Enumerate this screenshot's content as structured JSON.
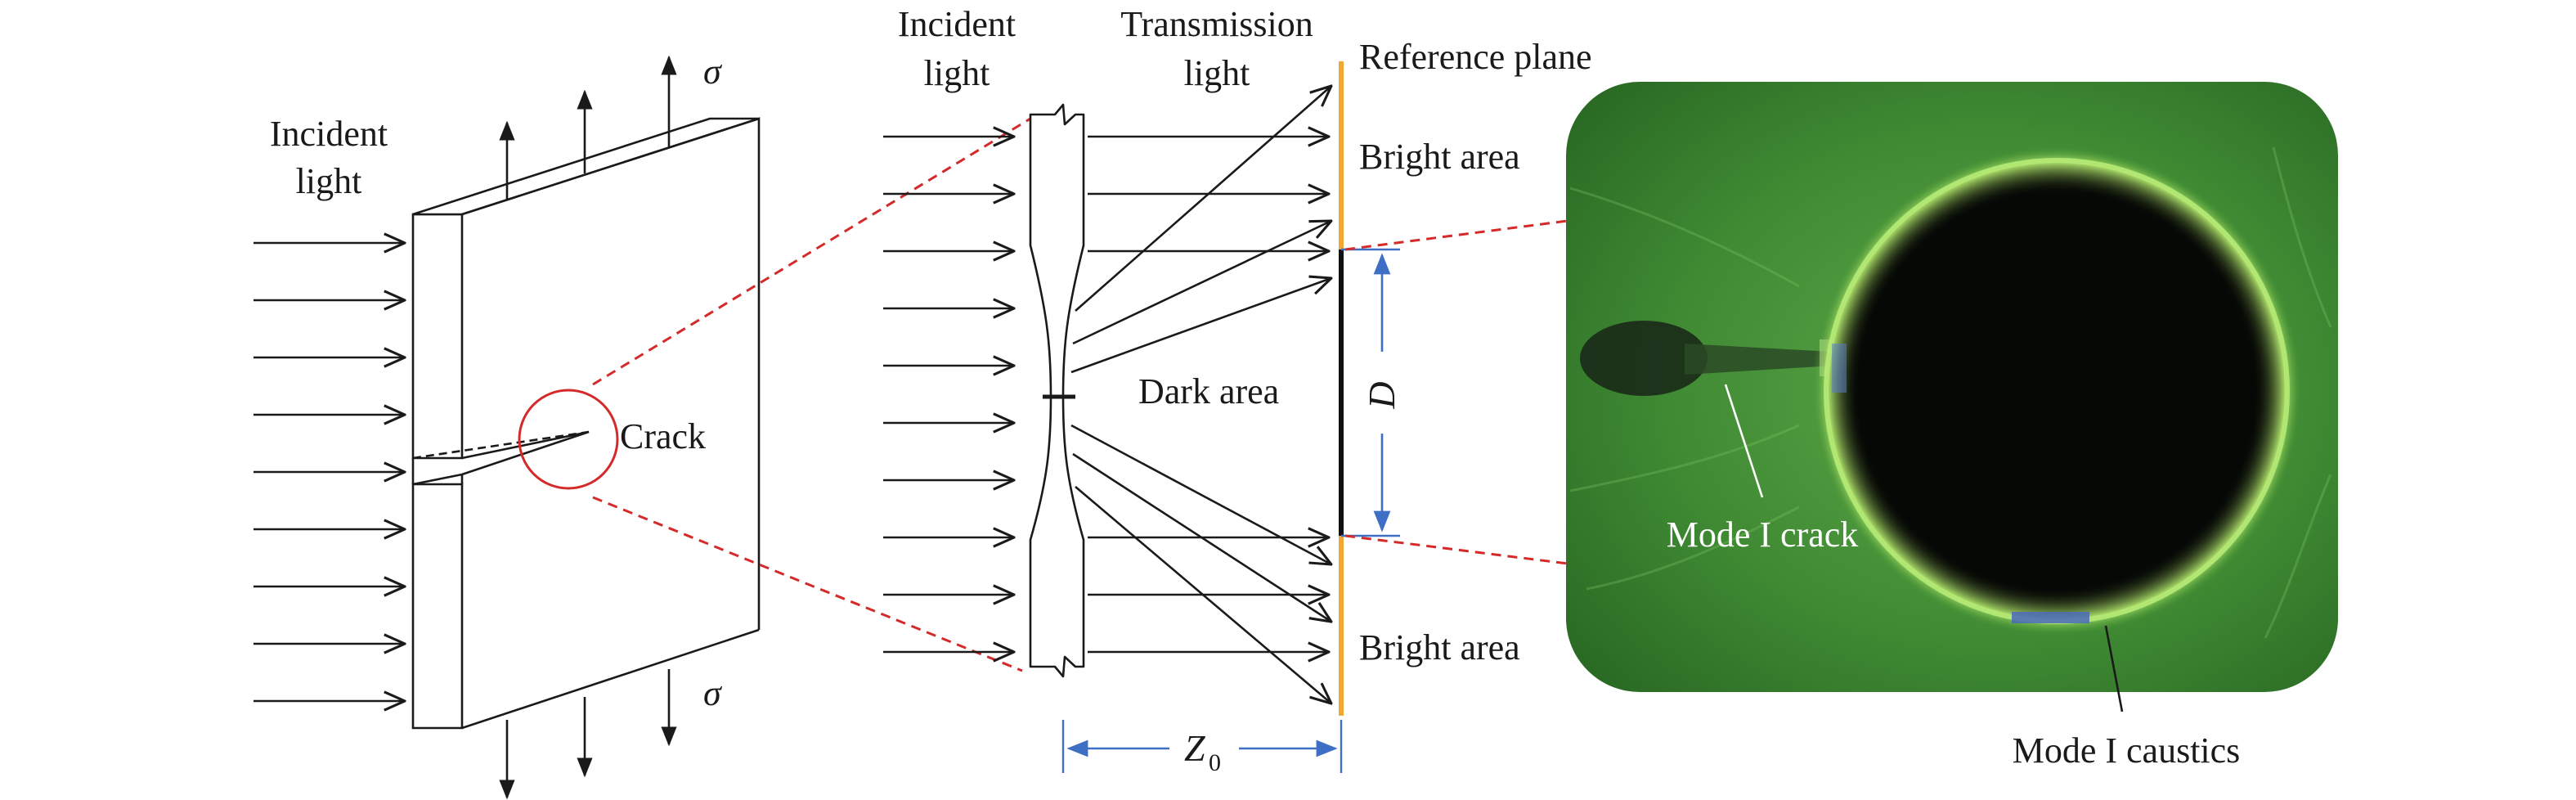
{
  "colors": {
    "red": "#d42a2a",
    "orange": "#f0a830",
    "blue": "#3f6fc4",
    "dark_area_line": "#111111",
    "image_green": "#2e7a2a",
    "image_black": "#050805"
  },
  "left_panel": {
    "incident_light_line1": "Incident",
    "incident_light_line2": "light",
    "sigma_top": "σ",
    "sigma_bottom": "σ",
    "crack_label": "Crack"
  },
  "middle_panel": {
    "incident_light_line1": "Incident",
    "incident_light_line2": "light",
    "transmission_light_line1": "Transmission",
    "transmission_light_line2": "light",
    "reference_plane": "Reference plane",
    "bright_area_top": "Bright area",
    "dark_area": "Dark area",
    "bright_area_bottom": "Bright area",
    "dimension_D": "D",
    "dimension_Z_base": "Z",
    "dimension_Z_sub": "0"
  },
  "right_panel": {
    "mode_crack": "Mode I crack",
    "mode_caustics": "Mode I caustics"
  }
}
